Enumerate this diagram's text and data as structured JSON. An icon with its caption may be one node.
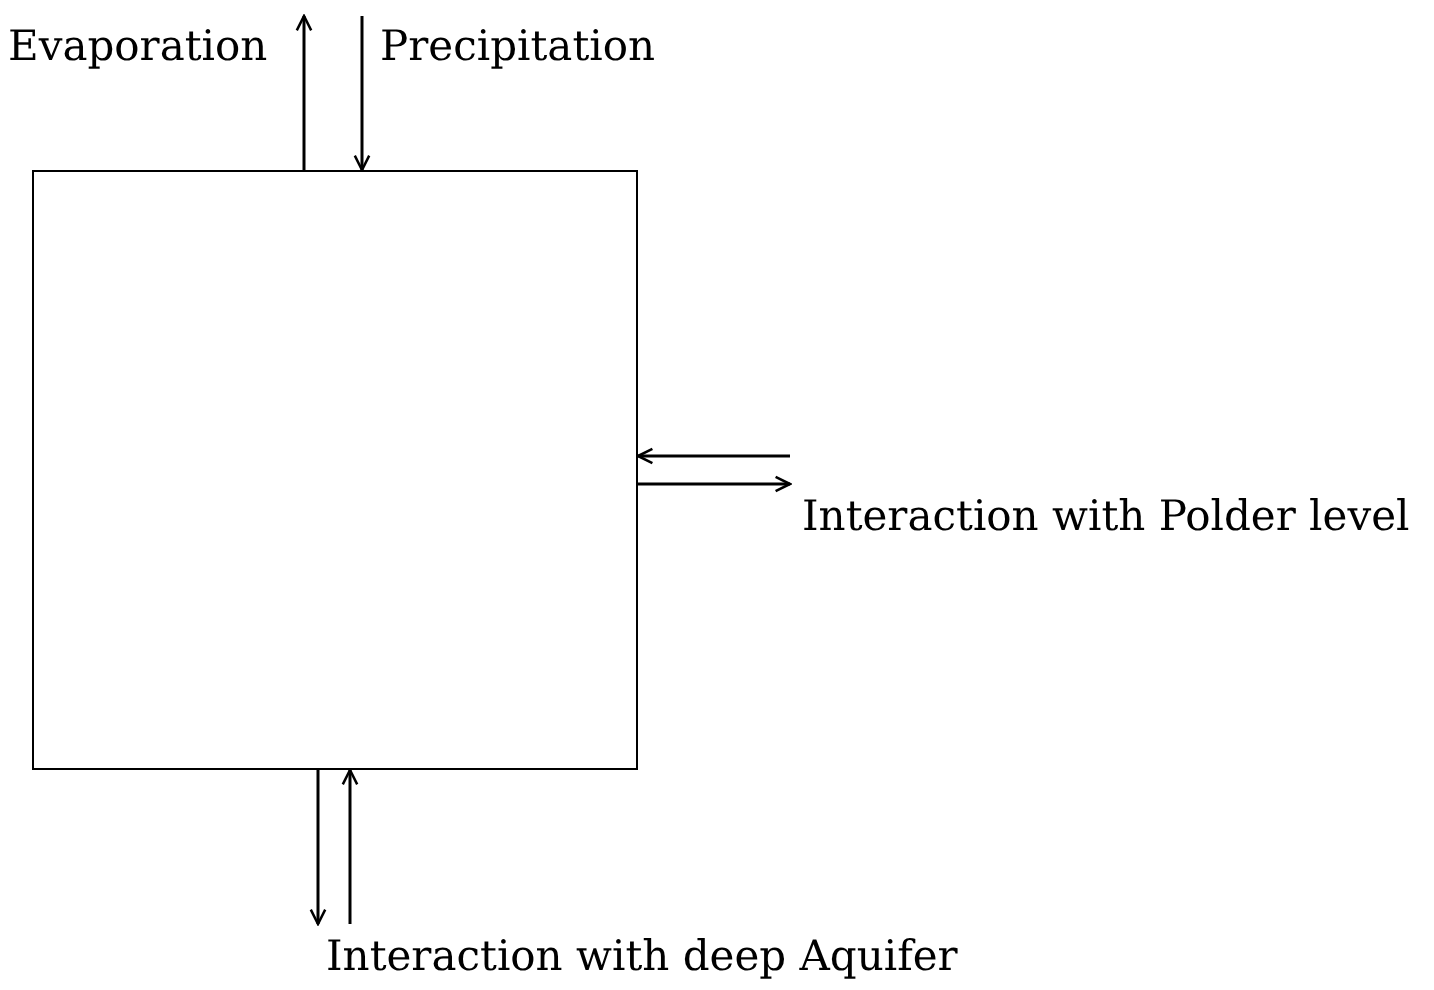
{
  "diagram": {
    "nodes": [
      {
        "text": [],
        "shape": "box"
      },
      {
        "text": [
          "Evaporation"
        ]
      },
      {
        "text": [
          "Precipitation"
        ]
      },
      {
        "text": [
          "Interaction with Polder level"
        ]
      },
      {
        "text": [
          "Interaction with deep Aquifer"
        ]
      }
    ],
    "edges": [
      {
        "from": 0,
        "to": 1,
        "arrow": "to"
      },
      {
        "from": 2,
        "to": 0,
        "arrow": "to"
      },
      {
        "from": 3,
        "to": 0,
        "arrow": "to"
      },
      {
        "from": 0,
        "to": 3,
        "arrow": "to"
      },
      {
        "from": 0,
        "to": 4,
        "arrow": "to"
      },
      {
        "from": 4,
        "to": 0,
        "arrow": "to"
      }
    ]
  }
}
